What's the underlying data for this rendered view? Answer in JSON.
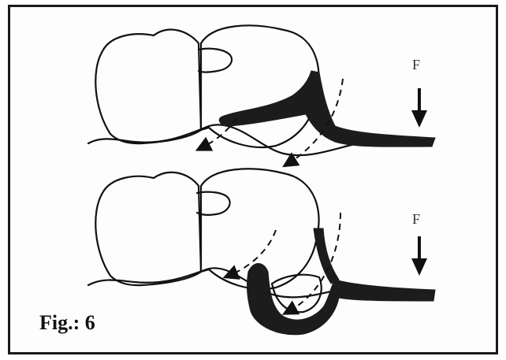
{
  "figure": {
    "caption": "Fig.: 6",
    "colors": {
      "ink": "#1c1c1c",
      "background": "#ffffff"
    },
    "panels": [
      {
        "name": "upper",
        "force_arrow_label": "F"
      },
      {
        "name": "lower",
        "force_arrow_label": "F"
      }
    ]
  }
}
